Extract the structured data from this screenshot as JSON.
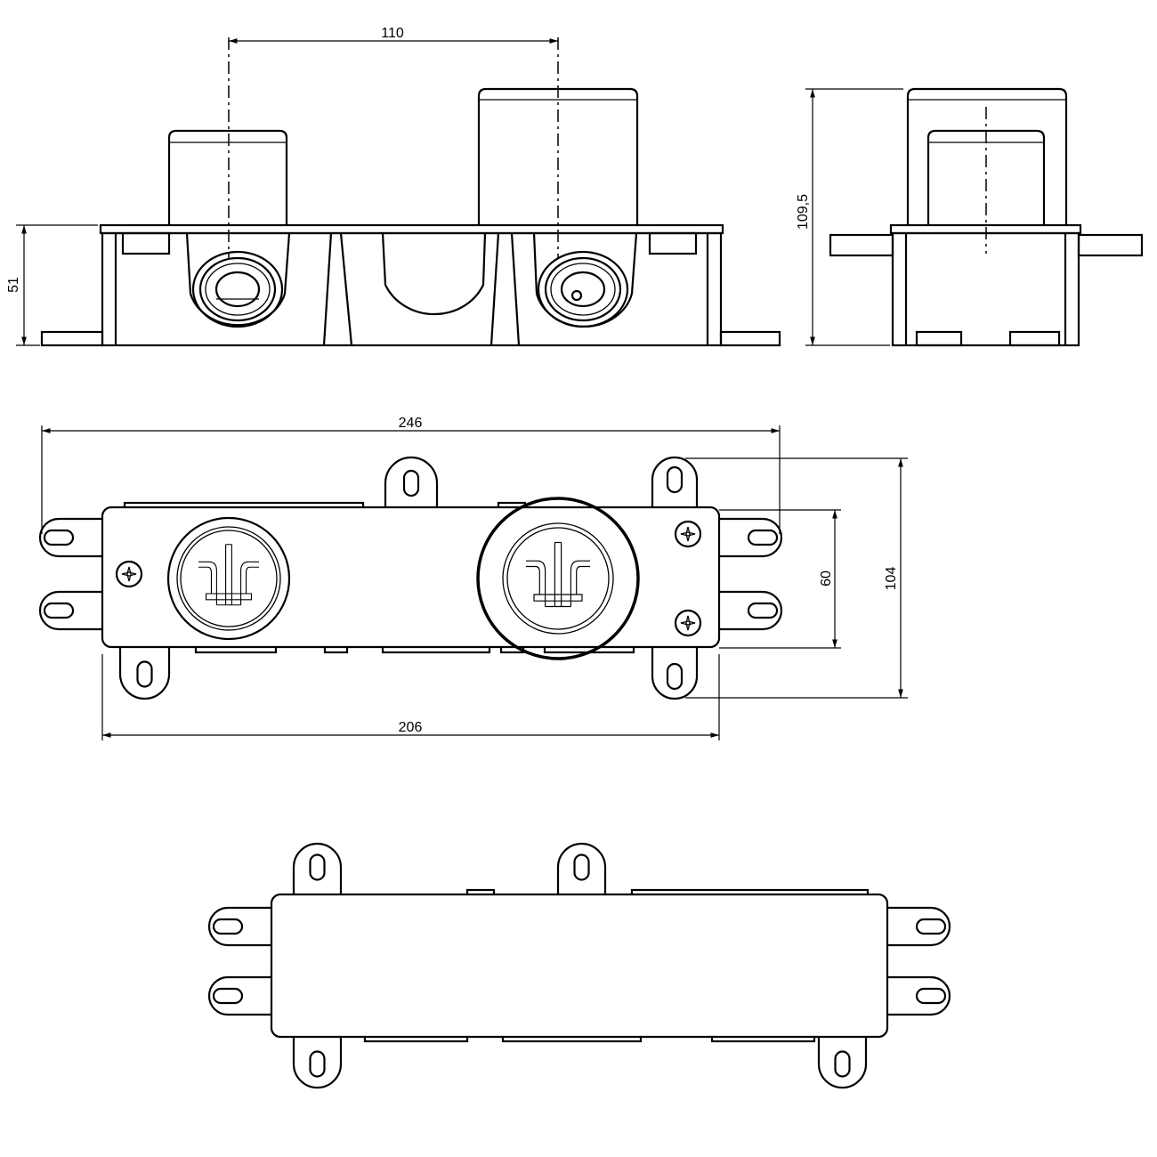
{
  "drawing": {
    "views": [
      "front-elevation",
      "side-elevation",
      "front-plan",
      "rear-plan"
    ],
    "dimensions": {
      "valve_spacing": "110",
      "box_depth": "51",
      "total_depth": "109,5",
      "overall_width": "246",
      "plate_height": "60",
      "overall_height": "104",
      "plate_width": "206"
    },
    "line_color": "#000000",
    "background_color": "#ffffff"
  }
}
